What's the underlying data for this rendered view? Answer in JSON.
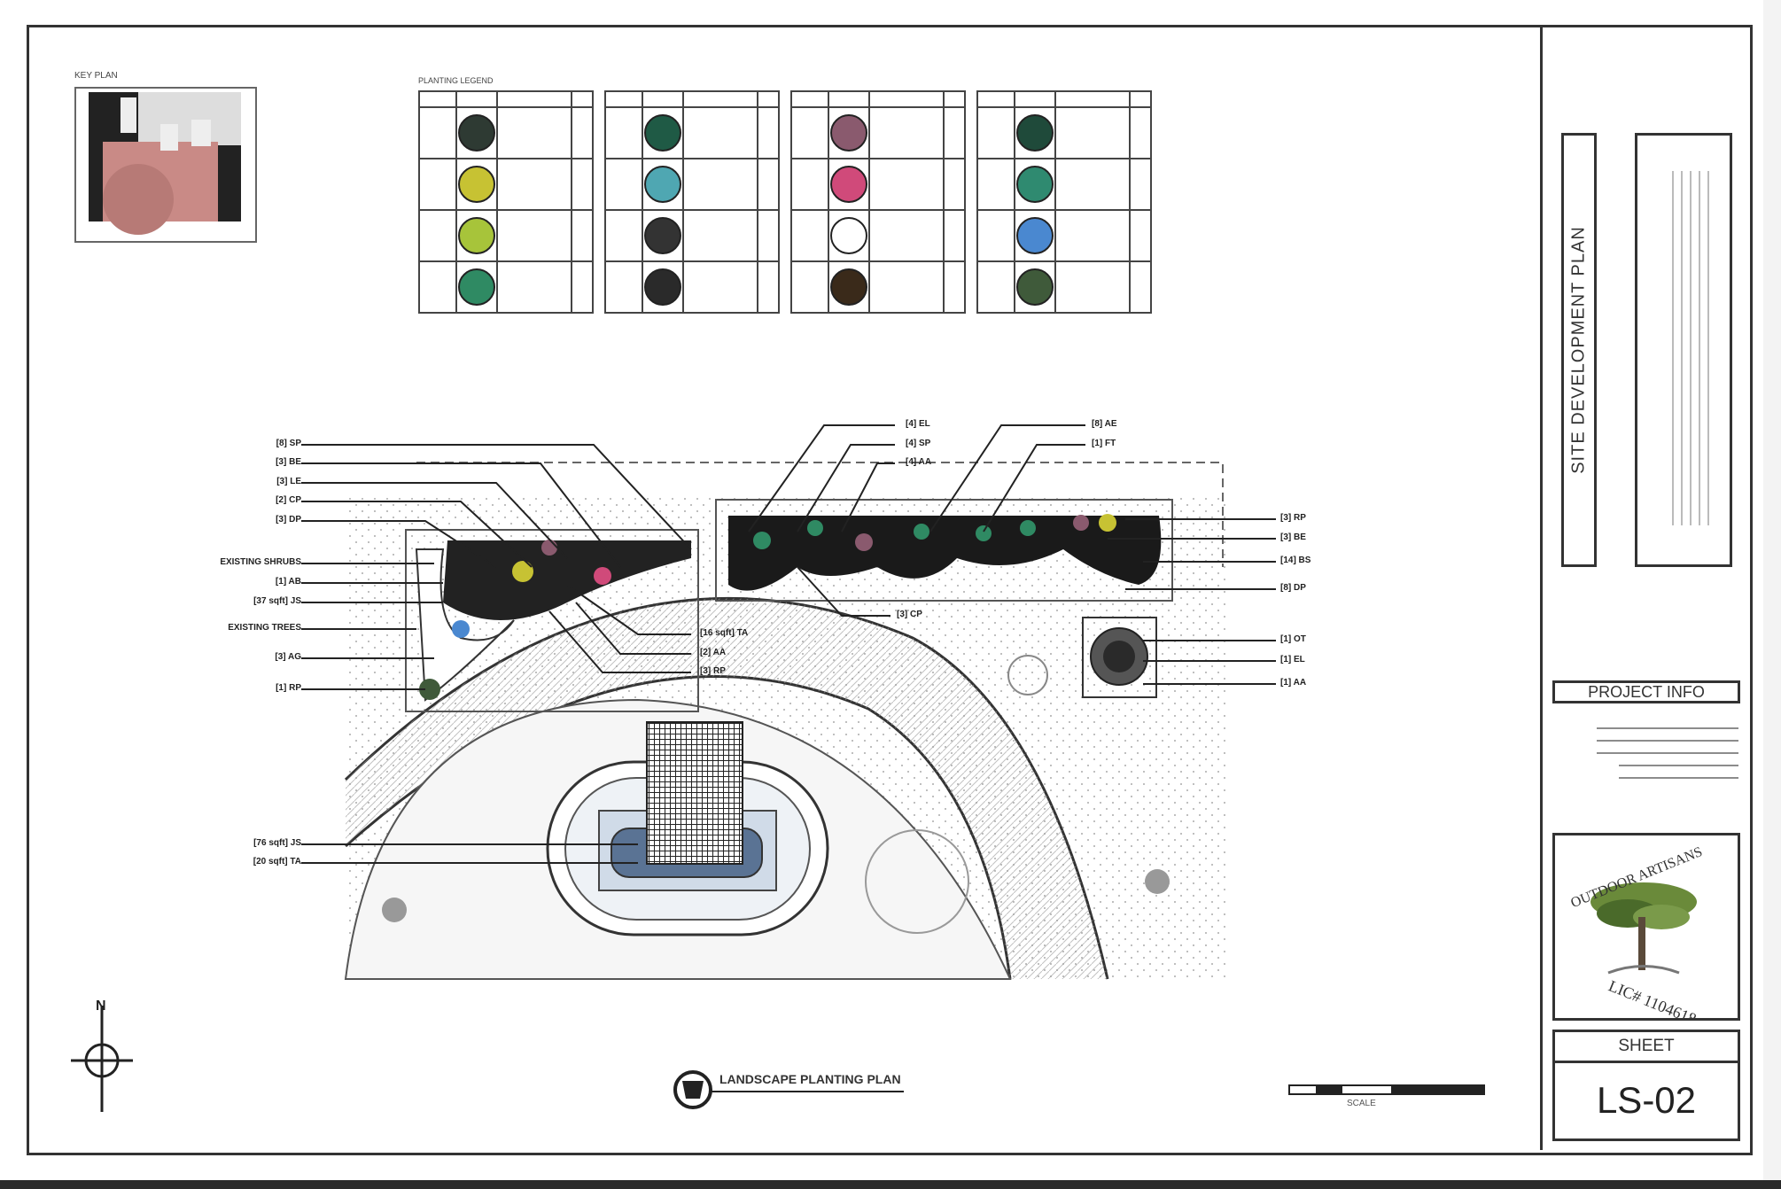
{
  "sheet": {
    "title_vertical": "SITE DEVELOPMENT PLAN",
    "project_info_title": "PROJECT INFO",
    "sheet_label": "SHEET",
    "sheet_number": "LS-02",
    "plan_title": "LANDSCAPE PLANTING PLAN",
    "logo_text_top": "OUTDOOR ARTISANS",
    "logo_text_bottom": "LIC# 1104618"
  },
  "callouts_left": [
    "[8] SP",
    "[3] BE",
    "[3] LE",
    "[2] CP",
    "[3] DP",
    "EXISTING SHRUBS",
    "[1] AB",
    "[37 sqft] JS",
    "EXISTING TREES",
    "[3] AG",
    "[1] RP"
  ],
  "callouts_left_lower": [
    "[76 sqft] JS",
    "[20 sqft] TA"
  ],
  "callouts_top_mid": [
    "[4] EL",
    "[4] SP",
    "[4] AA"
  ],
  "callouts_top_right": [
    "[8] AE",
    "[1] FT"
  ],
  "callouts_bottom_mid": [
    "[16 sqft] TA",
    "[2] AA",
    "[3] RP"
  ],
  "callout_center": "[3] CP",
  "callouts_right": [
    "[3] RP",
    "[3] BE",
    "[14] BS",
    "[8] DP",
    "[1] OT",
    "[1] EL",
    "[1] AA"
  ],
  "legend_swatches": [
    [
      "#2e3a33",
      "#c7c233",
      "#a7c43a",
      "#2f8a63"
    ],
    [
      "#1f5a45",
      "#4fa7b2",
      "#333333",
      "#2a2a2a"
    ],
    [
      "#8a5a6e",
      "#d04a7a",
      "#ffffff",
      "#3a2a1a"
    ],
    [
      "#1f4a3a",
      "#2f8a70",
      "#4a88d0",
      "#3f5a3a"
    ]
  ]
}
